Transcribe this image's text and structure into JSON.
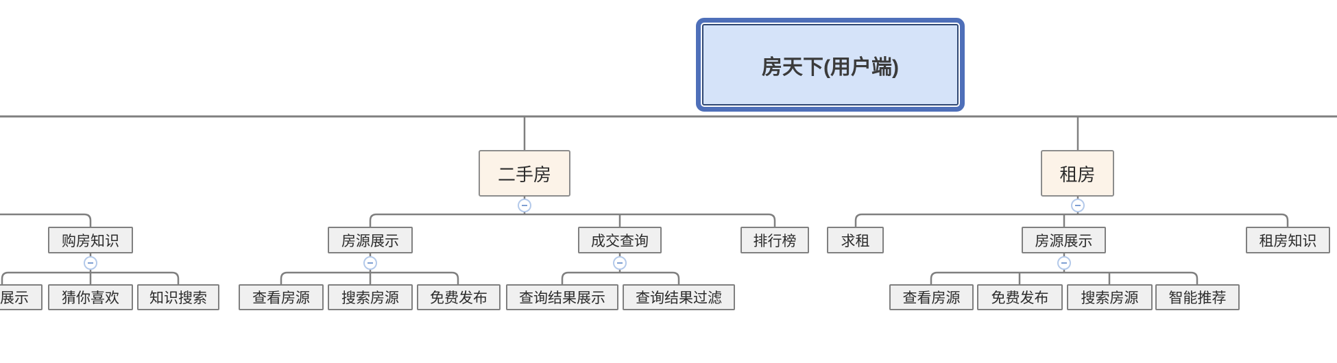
{
  "colors": {
    "root_fill": "#d5e3f9",
    "root_ring": "#4e6fb9",
    "root_inner_border": "#2e4672",
    "branch_fill": "#fcf3e8",
    "branch_border": "#8c8c8c",
    "node_fill": "#f0f0f0",
    "node_border": "#7f7f7f",
    "line": "#7f7f7f",
    "collapse_border": "#b3c9ea",
    "collapse_dash": "#7d9ed2",
    "text": "#2b2b2b"
  },
  "icons": {
    "collapse": "minus-circle"
  },
  "tree": {
    "root": {
      "label": "房天下(用户端)"
    },
    "offscreen_left": {
      "children": [
        {
          "label": "购房知识",
          "children": [
            {
              "label": "展示"
            },
            {
              "label": "猜你喜欢"
            },
            {
              "label": "知识搜索"
            }
          ]
        }
      ]
    },
    "branches": [
      {
        "label": "二手房",
        "children": [
          {
            "label": "房源展示",
            "children": [
              {
                "label": "查看房源"
              },
              {
                "label": "搜索房源"
              },
              {
                "label": "免费发布"
              }
            ]
          },
          {
            "label": "成交查询",
            "children": [
              {
                "label": "查询结果展示"
              },
              {
                "label": "查询结果过滤"
              }
            ]
          },
          {
            "label": "排行榜",
            "children": []
          }
        ]
      },
      {
        "label": "租房",
        "children": [
          {
            "label": "求租",
            "children": []
          },
          {
            "label": "房源展示",
            "children": [
              {
                "label": "查看房源"
              },
              {
                "label": "免费发布"
              },
              {
                "label": "搜索房源"
              },
              {
                "label": "智能推荐"
              }
            ]
          },
          {
            "label": "租房知识",
            "children": []
          }
        ]
      }
    ]
  }
}
